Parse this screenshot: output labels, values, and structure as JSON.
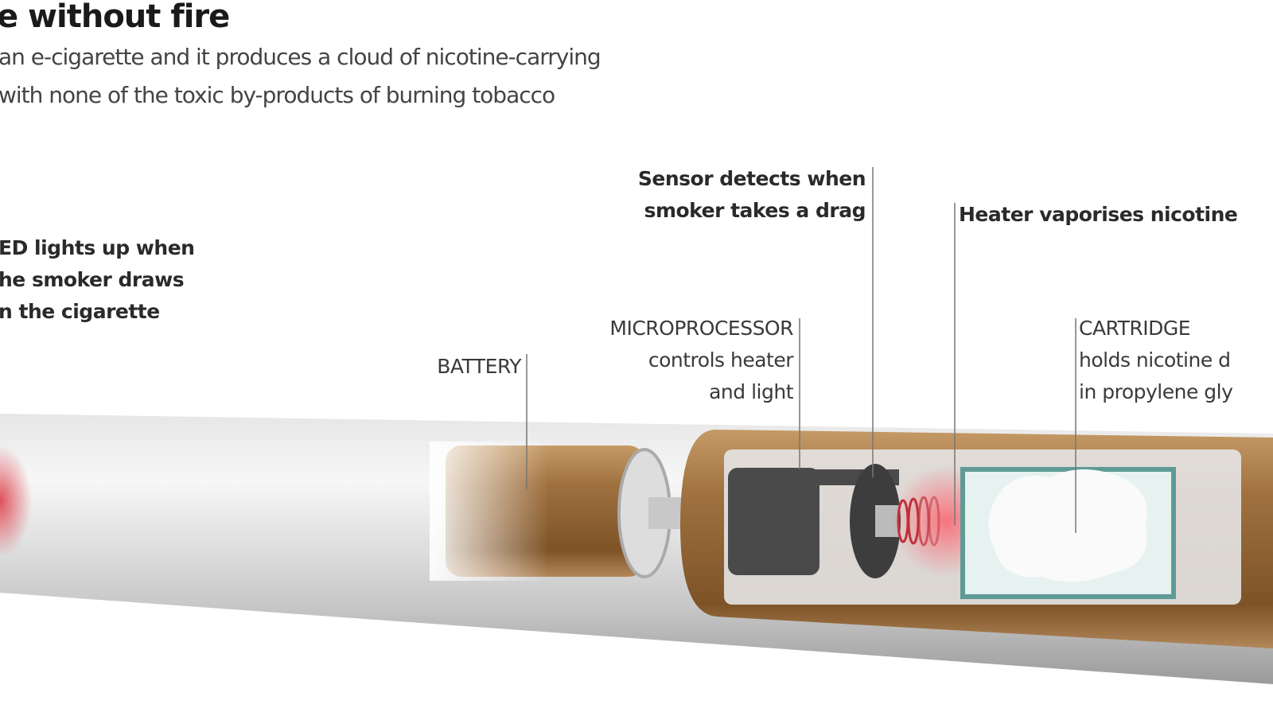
{
  "header": {
    "title": "e without fire",
    "subtitle_lines": [
      "an e-cigarette and it produces a cloud of nicotine-carrying",
      "with none of the toxic by-products of burning tobacco"
    ]
  },
  "labels": {
    "led": [
      "ED lights up when",
      "he smoker draws",
      "n the cigarette"
    ],
    "battery": "BATTERY",
    "microprocessor": {
      "name": "MICROPROCESSOR",
      "lines": [
        "controls heater",
        "and light"
      ]
    },
    "sensor": [
      "Sensor detects when",
      "smoker takes a drag"
    ],
    "heater": "Heater vaporises nicotine",
    "cartridge": {
      "name": "CARTRIDGE",
      "lines": [
        "holds nicotine d",
        "in propylene gly"
      ]
    }
  },
  "colors": {
    "casing": "#a0713f",
    "led": "#e0505a",
    "cartridge_frame": "#5f9a95"
  }
}
